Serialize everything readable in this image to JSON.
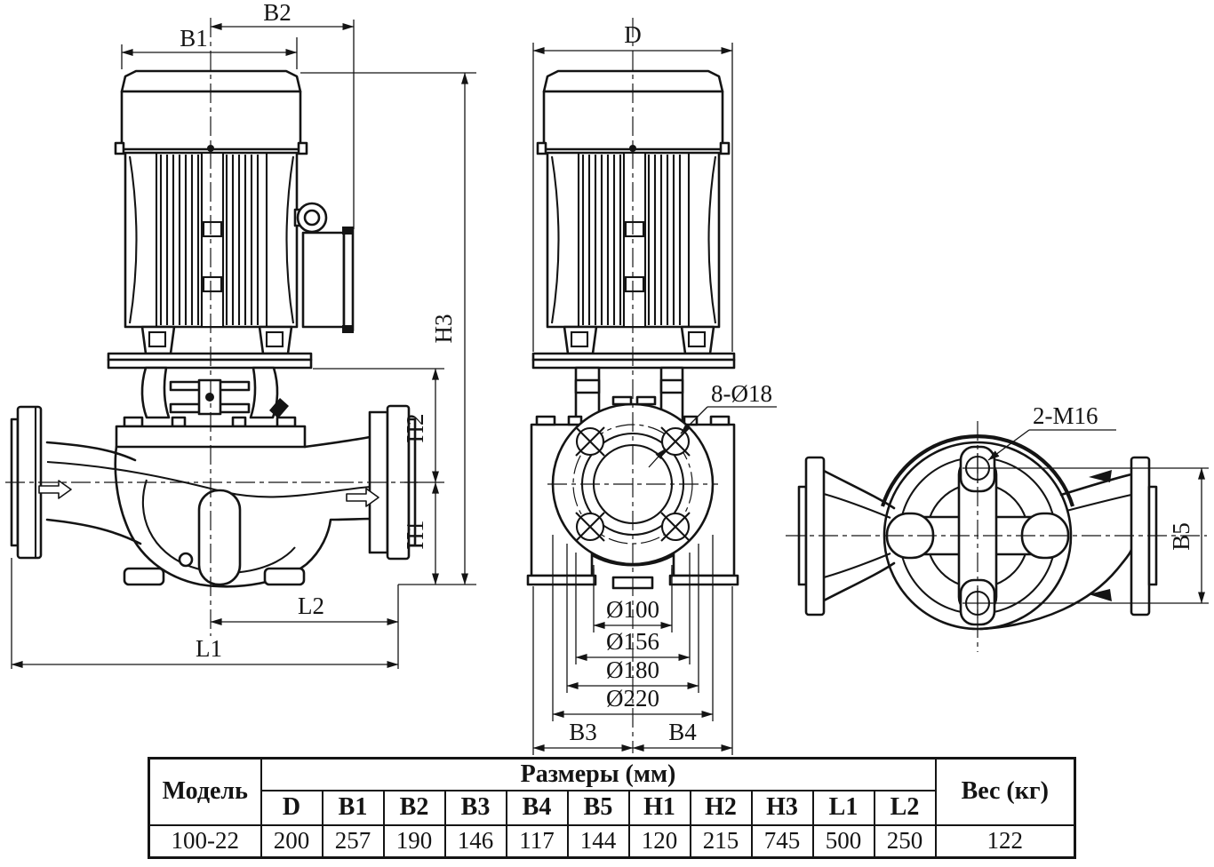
{
  "page": {
    "background": "#ffffff",
    "line_color": "#141414"
  },
  "drawing": {
    "side_view": {
      "dim_b1": "B1",
      "dim_b2": "B2",
      "dim_h1": "H1",
      "dim_h2": "H2",
      "dim_h3": "H3",
      "dim_l1": "L1",
      "dim_l2": "L2"
    },
    "front_view": {
      "dim_d": "D",
      "dim_b3": "B3",
      "dim_b4": "B4",
      "dia_100": "Ø100",
      "dia_156": "Ø156",
      "dia_180": "Ø180",
      "dia_220": "Ø220",
      "callout_bolt_holes": "8-Ø18"
    },
    "top_view": {
      "dim_b5": "B5",
      "callout_tapped_holes": "2-M16"
    }
  },
  "table": {
    "header_model": "Модель",
    "header_dimensions": "Размеры (мм)",
    "header_weight": "Вес (кг)",
    "columns": [
      "D",
      "B1",
      "B2",
      "B3",
      "B4",
      "B5",
      "H1",
      "H2",
      "H3",
      "L1",
      "L2"
    ],
    "rows": [
      {
        "model": "100-22",
        "values": [
          "200",
          "257",
          "190",
          "146",
          "117",
          "144",
          "120",
          "215",
          "745",
          "500",
          "250"
        ],
        "weight": "122"
      }
    ]
  }
}
